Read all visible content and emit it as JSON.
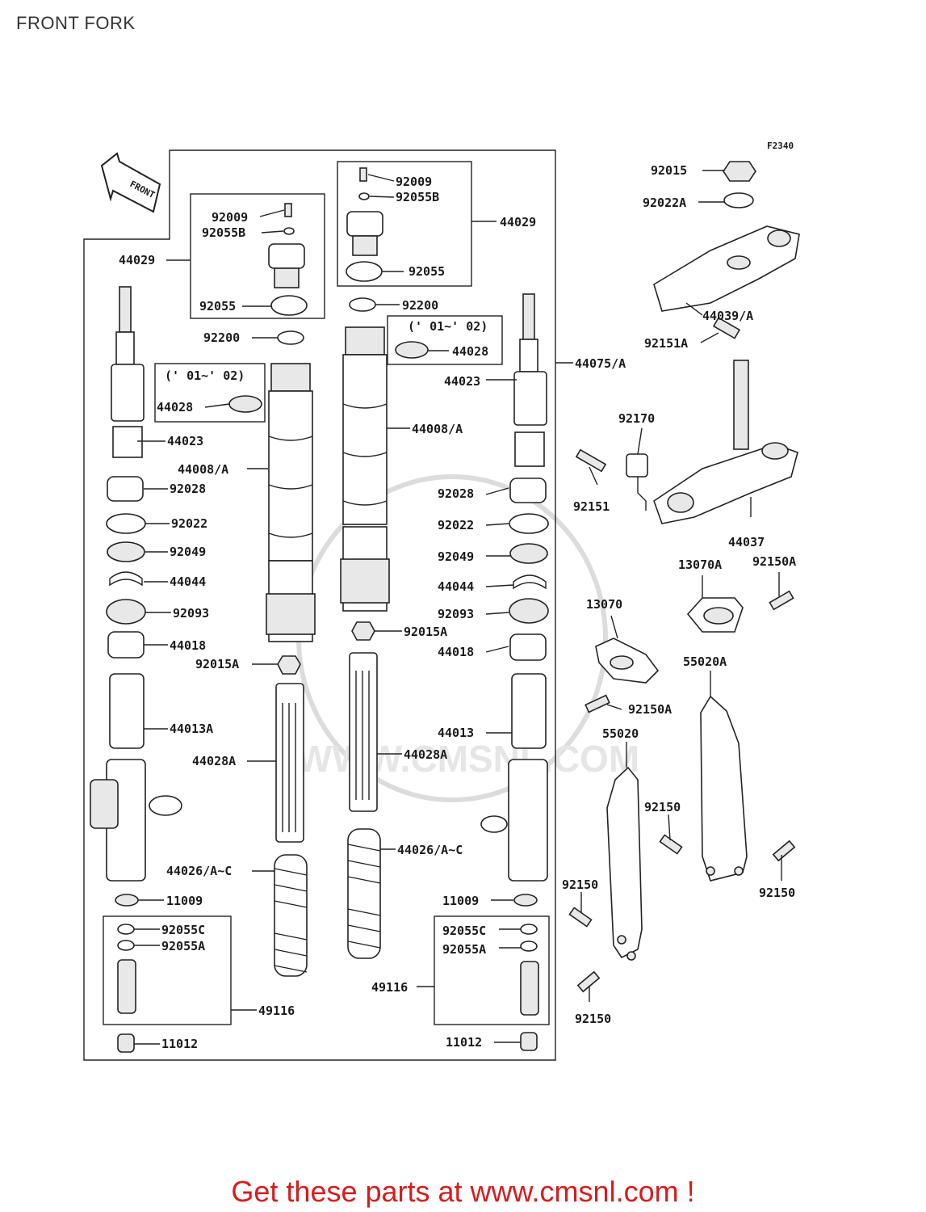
{
  "page_title": "FRONT FORK",
  "figure_code": "F2340",
  "front_arrow_label": "FRONT",
  "watermark": "WWW.CMSNL.COM",
  "footer": "Get these parts at www.cmsnl.com !",
  "labels": {
    "l92009_left": "92009",
    "l92055B_left": "92055B",
    "l44029_left": "44029",
    "l92055_left": "92055",
    "l92200_left": "92200",
    "l0102_left": "(' 01~' 02)",
    "l44028_left": "44028",
    "l44023_left": "44023",
    "l44008A_left": "44008/A",
    "l92028_left": "92028",
    "l92022_left": "92022",
    "l92049_left": "92049",
    "l44044_left": "44044",
    "l92093_left": "92093",
    "l44018_left": "44018",
    "l92015A_left": "92015A",
    "l44013A_left": "44013A",
    "l44028A_left": "44028A",
    "l44026_left": "44026/A~C",
    "l11009_left": "11009",
    "l92055C_left": "92055C",
    "l92055A_left": "92055A",
    "l49116_left": "49116",
    "l11012_left": "11012",
    "l92009_right": "92009",
    "l92055B_right": "92055B",
    "l44029_right": "44029",
    "l92055_right": "92055",
    "l92200_right": "92200",
    "l0102_right": "(' 01~' 02)",
    "l44028_right": "44028",
    "l44075A": "44075/A",
    "l44023_right": "44023",
    "l44008A_right": "44008/A",
    "l92028_right": "92028",
    "l92022_right": "92022",
    "l92049_right": "92049",
    "l44044_right": "44044",
    "l92093_right": "92093",
    "l92015A_right": "92015A",
    "l44018_right": "44018",
    "l44013_right": "44013",
    "l44028A_right": "44028A",
    "l44026_right": "44026/A~C",
    "l11009_right": "11009",
    "l92055C_right": "92055C",
    "l92055A_right": "92055A",
    "l49116_right": "49116",
    "l11012_right": "11012",
    "l92015": "92015",
    "l92022A": "92022A",
    "l44039A": "44039/A",
    "l92151A": "92151A",
    "l92170": "92170",
    "l92151": "92151",
    "l44037": "44037",
    "l13070A": "13070A",
    "l92150A_top": "92150A",
    "l13070": "13070",
    "l55020A": "55020A",
    "l92150A_mid": "92150A",
    "l55020": "55020",
    "l92150_a": "92150",
    "l92150_b": "92150",
    "l92150_c": "92150",
    "l92150_d": "92150"
  }
}
